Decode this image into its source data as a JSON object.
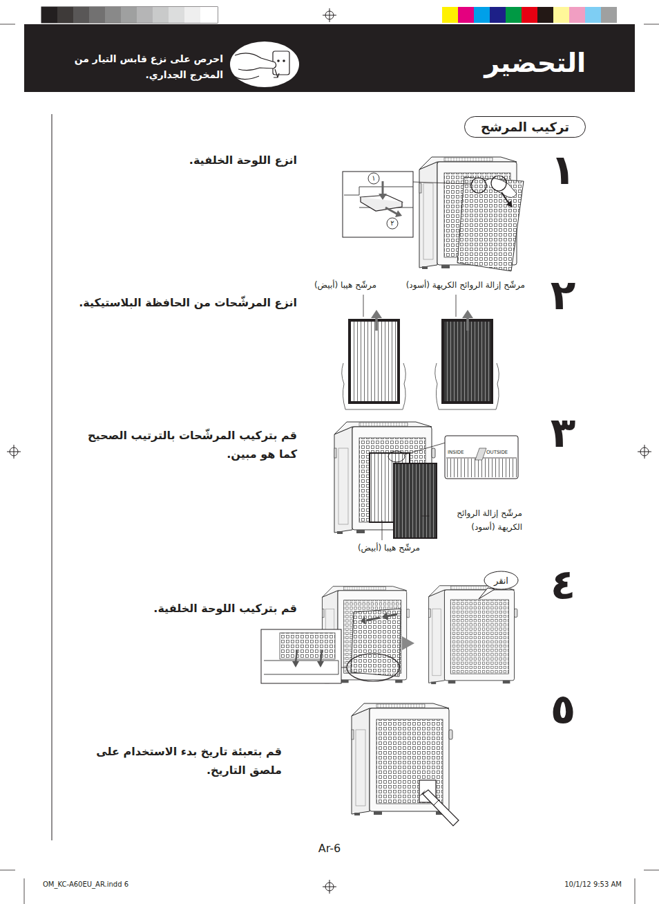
{
  "diagram": {
    "title": "التحضير",
    "nodes": [
      {
        "text": [
          "تركيب المرشح"
        ]
      },
      {
        "text": [
          "انقر"
        ]
      }
    ],
    "labels": [
      "احرص على نزع قابس التيار من المخرج الجداري.",
      "١",
      "انزع اللوحة الخلفية.",
      "١",
      "٢",
      "٢",
      "مرشّح إزالة الروائح الكريهة (أسود)",
      "مرشّح هيبا (أبيض)",
      "انزع المرشّحات من الحافظة البلاستيكية.",
      "٣",
      "قم بتركيب المرشّحات بالترتيب الصحيح كما هو مبين.",
      "INSIDE",
      "OUTSIDE",
      "مرشّح إزالة الروائح الكريهة (أسود)",
      "مرشّح هيبا (أبيض)",
      "٤",
      "قم بتركيب اللوحة الخلفية.",
      "٥",
      "قم بتعبئة تاريخ بدء الاستخدام على ملصق التاريخ.",
      "Ar-6",
      "OM_KC-A60EU_AR.indd 6",
      "10/1/12 9:53 AM"
    ]
  }
}
